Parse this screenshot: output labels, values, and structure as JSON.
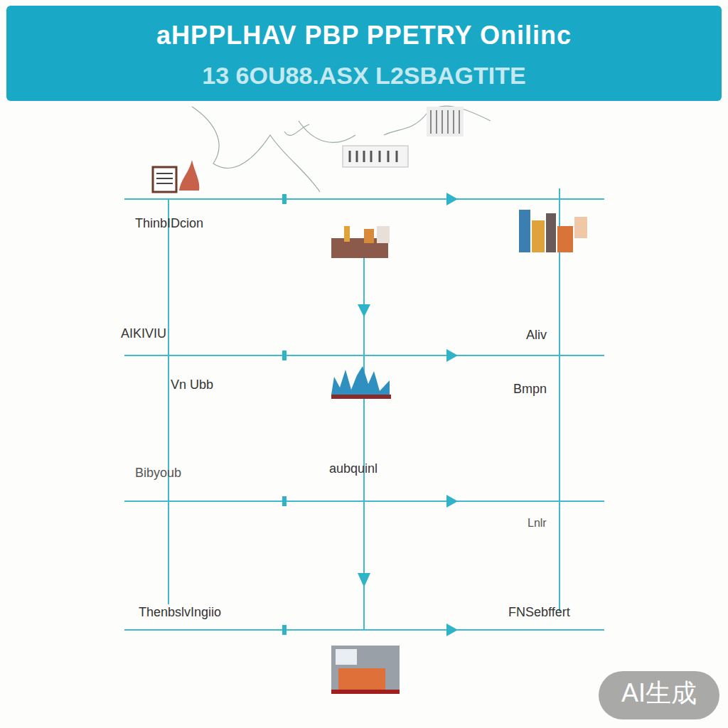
{
  "diagram": {
    "title": "aHPPLHAV PBP PPETRY Onilinc",
    "labels": [
      "13 6OU88.ASX L2SBAGTITE",
      "ThinbIDcion",
      "AIKIVIU",
      "Aliv",
      "Vn Ubb",
      "Bmpn",
      "Bibyoub",
      "aubquinl",
      "Lnlr",
      "ThenbslvIngiio",
      "FNSebffert",
      "AI生成"
    ]
  }
}
